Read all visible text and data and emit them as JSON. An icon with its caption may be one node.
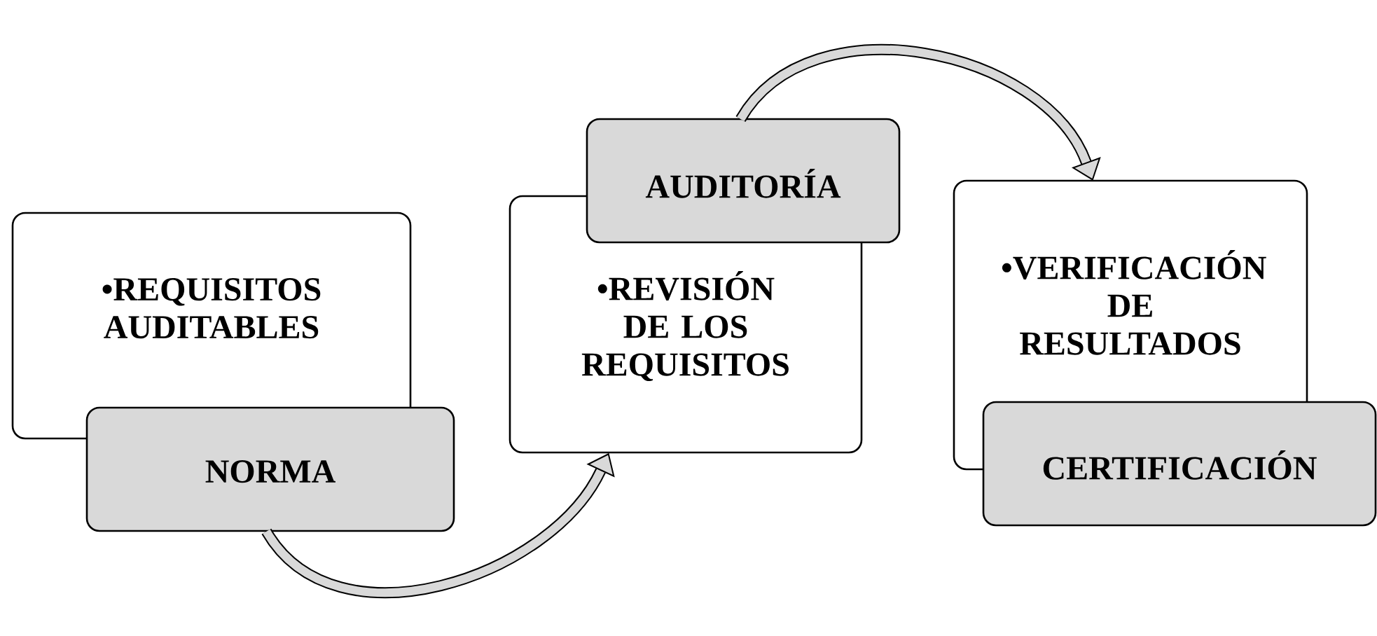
{
  "diagram": {
    "nodes": [
      {
        "text": [
          "•REQUISITOS AUDITABLES"
        ]
      },
      {
        "text": [
          "NORMA"
        ]
      },
      {
        "text": [
          "•REVISIÓN DE LOS REQUISITOS"
        ]
      },
      {
        "text": [
          "AUDITORÍA"
        ]
      },
      {
        "text": [
          "•VERIFICACIÓN DE RESULTADOS"
        ]
      },
      {
        "text": [
          "CERTIFICACIÓN"
        ]
      }
    ],
    "edges": [
      {
        "from": 1,
        "to": 2,
        "arrow": "to"
      },
      {
        "from": 3,
        "to": 4,
        "arrow": "to"
      }
    ]
  }
}
